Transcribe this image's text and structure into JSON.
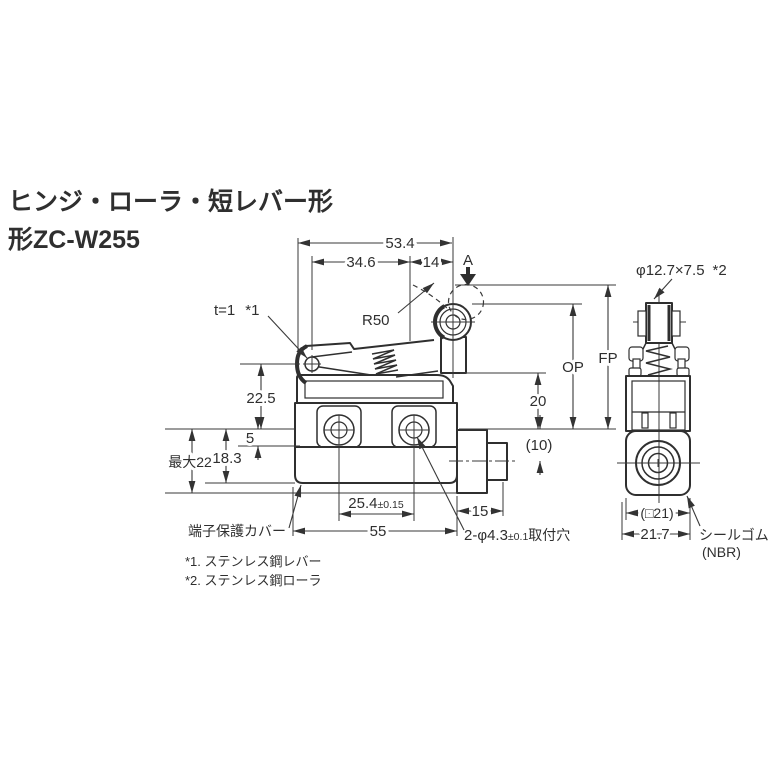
{
  "title": {
    "line1": "ヒンジ・ローラ・短レバー形",
    "line2": "形ZC-W255"
  },
  "colors": {
    "line": "#2f2f2f",
    "background": "#ffffff"
  },
  "front_view": {
    "dims": {
      "width_total": "53.4",
      "width_lever": "34.6",
      "width_roller_offset": "14",
      "section_arrow": "A",
      "lever_radius": "R50",
      "lever_thickness": "t=1",
      "note1_ref": "*1",
      "pivot_height": "22.5",
      "step": "5",
      "body_height": "18.3",
      "max_height": "最大22",
      "hole_pitch": "25.4",
      "hole_pitch_tol": "±0.15",
      "body_width": "55",
      "conduit_width": "15",
      "op_travel": "20",
      "conduit_center": "(10)",
      "op_label": "OP",
      "fp_label": "FP",
      "mounting_holes": "2-φ4.3",
      "mounting_holes_tol": "±0.1",
      "mounting_holes_suffix": "取付穴"
    },
    "labels": {
      "terminal_cover": "端子保護カバー"
    }
  },
  "side_view": {
    "dims": {
      "roller_size": "φ12.7×7.5",
      "note2_ref": "*2",
      "body_square": "(□21)",
      "body_width": "21.7"
    },
    "labels": {
      "seal_rubber": "シールゴム",
      "seal_material": "(NBR)"
    }
  },
  "notes": [
    "*1. ステンレス鋼レバー",
    "*2. ステンレス鋼ローラ"
  ]
}
